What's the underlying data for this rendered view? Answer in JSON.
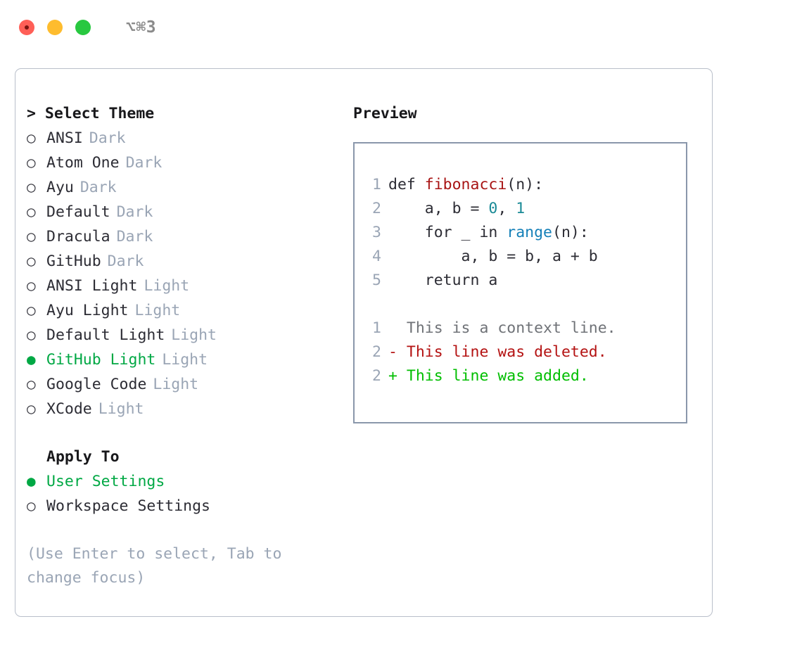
{
  "titlebar": {
    "shortcut": "⌥⌘3",
    "buttons": [
      {
        "name": "close",
        "color": "#ff5f57"
      },
      {
        "name": "minimize",
        "color": "#febc2e"
      },
      {
        "name": "zoom",
        "color": "#28c840"
      }
    ]
  },
  "theme_section": {
    "header": "> Select Theme",
    "items": [
      {
        "bullet": "○",
        "label": "ANSI",
        "badge": "Dark",
        "selected": false
      },
      {
        "bullet": "○",
        "label": "Atom One",
        "badge": "Dark",
        "selected": false
      },
      {
        "bullet": "○",
        "label": "Ayu",
        "badge": "Dark",
        "selected": false
      },
      {
        "bullet": "○",
        "label": "Default",
        "badge": "Dark",
        "selected": false
      },
      {
        "bullet": "○",
        "label": "Dracula",
        "badge": "Dark",
        "selected": false
      },
      {
        "bullet": "○",
        "label": "GitHub",
        "badge": "Dark",
        "selected": false
      },
      {
        "bullet": "○",
        "label": "ANSI Light",
        "badge": "Light",
        "selected": false
      },
      {
        "bullet": "○",
        "label": "Ayu Light",
        "badge": "Light",
        "selected": false
      },
      {
        "bullet": "○",
        "label": "Default Light",
        "badge": "Light",
        "selected": false
      },
      {
        "bullet": "●",
        "label": "GitHub Light",
        "badge": "Light",
        "selected": true
      },
      {
        "bullet": "○",
        "label": "Google Code",
        "badge": "Light",
        "selected": false
      },
      {
        "bullet": "○",
        "label": "XCode",
        "badge": "Light",
        "selected": false
      }
    ]
  },
  "apply_section": {
    "header": "Apply To",
    "items": [
      {
        "bullet": "●",
        "label": "User Settings",
        "selected": true
      },
      {
        "bullet": "○",
        "label": "Workspace Settings",
        "selected": false
      }
    ]
  },
  "hint": "(Use Enter to select, Tab to change focus)",
  "preview": {
    "title": "Preview",
    "code_lines": [
      {
        "num": "1",
        "tokens": [
          {
            "t": "def ",
            "c": "plain"
          },
          {
            "t": "fibonacci",
            "c": "fn"
          },
          {
            "t": "(n):",
            "c": "plain"
          }
        ]
      },
      {
        "num": "2",
        "tokens": [
          {
            "t": "    a, b = ",
            "c": "plain"
          },
          {
            "t": "0",
            "c": "num"
          },
          {
            "t": ", ",
            "c": "plain"
          },
          {
            "t": "1",
            "c": "num"
          }
        ]
      },
      {
        "num": "3",
        "tokens": [
          {
            "t": "    for _ in ",
            "c": "plain"
          },
          {
            "t": "range",
            "c": "builtin"
          },
          {
            "t": "(n):",
            "c": "plain"
          }
        ]
      },
      {
        "num": "4",
        "tokens": [
          {
            "t": "        a, b = b, a + b",
            "c": "plain"
          }
        ]
      },
      {
        "num": "5",
        "tokens": [
          {
            "t": "    return a",
            "c": "plain"
          }
        ]
      }
    ],
    "diff_lines": [
      {
        "num": "1",
        "marker": "  ",
        "text": "This is a context line.",
        "kind": "ctx"
      },
      {
        "num": "2",
        "marker": "- ",
        "text": "This line was deleted.",
        "kind": "del"
      },
      {
        "num": "2",
        "marker": "+ ",
        "text": "This line was added.",
        "kind": "add"
      }
    ]
  },
  "colors": {
    "accent_green": "#00a844",
    "diff_add": "#00be00",
    "diff_del": "#b41212",
    "muted": "#9aa5b5",
    "function": "#a81414",
    "number": "#1a8a96",
    "builtin": "#1580b8",
    "border": "#8a97ab"
  }
}
